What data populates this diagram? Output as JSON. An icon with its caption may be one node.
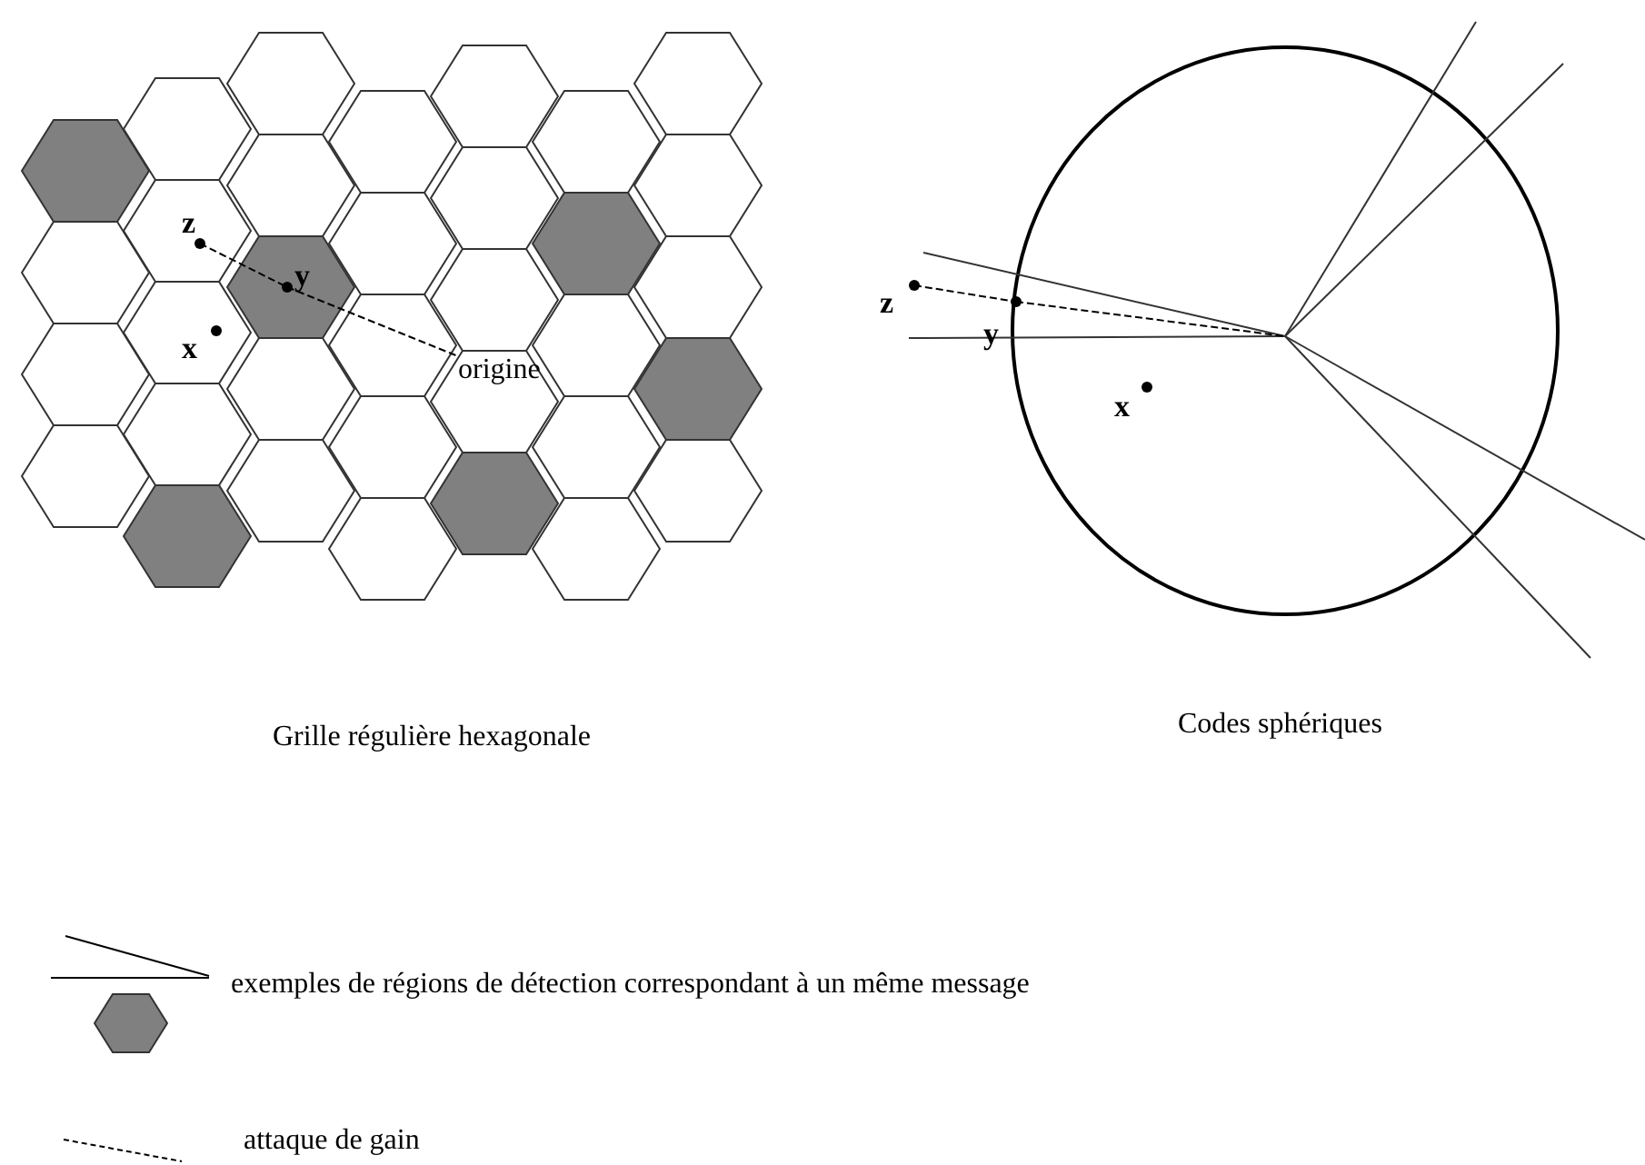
{
  "diagram": {
    "nodes": [
      {
        "text": [
          "z"
        ]
      },
      {
        "text": [
          "y"
        ]
      },
      {
        "text": [
          "x"
        ]
      },
      {
        "text": [
          "origine"
        ]
      },
      {
        "text": [
          "z"
        ]
      },
      {
        "text": [
          "y"
        ]
      },
      {
        "text": [
          "x"
        ]
      }
    ],
    "edges": [
      {
        "from": 0,
        "to": 1,
        "arrow": "none",
        "style": "dashed"
      },
      {
        "from": 1,
        "to": 3,
        "arrow": "none",
        "style": "dashed"
      },
      {
        "from": 4,
        "to": 5,
        "arrow": "none",
        "style": "dashed"
      },
      {
        "from": 5,
        "to": null,
        "arrow": "none",
        "style": "dashed"
      }
    ],
    "labels": [
      "Grille régulière hexagonale",
      "Codes sphériques"
    ],
    "legend": [
      {
        "text": "exemples de régions de détection correspondant à un même message"
      },
      {
        "text": "attaque de gain"
      }
    ]
  }
}
